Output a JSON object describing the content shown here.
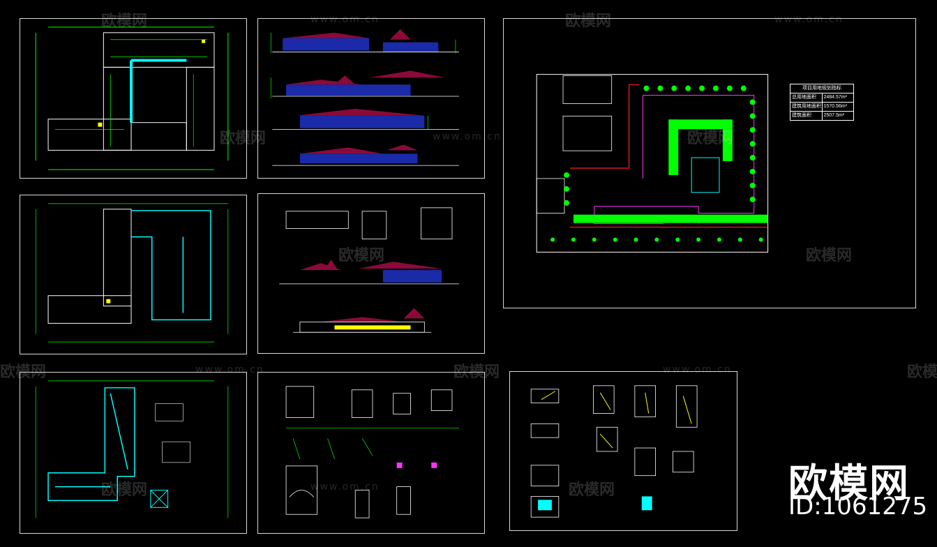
{
  "sheets": [
    {
      "id": "plan-first-floor"
    },
    {
      "id": "elevations"
    },
    {
      "id": "site-plan"
    },
    {
      "id": "plan-second-floor"
    },
    {
      "id": "sections"
    },
    {
      "id": "roof-plan"
    },
    {
      "id": "details"
    },
    {
      "id": "stair-details"
    }
  ],
  "site_table": {
    "header": "项目用地规划指标",
    "rows": [
      {
        "label": "总用地面积",
        "value": "2484.57m²"
      },
      {
        "label": "建筑用地面积",
        "value": "1570.56m²"
      },
      {
        "label": "建筑面积",
        "value": "2507.5m²"
      }
    ]
  },
  "watermarks": {
    "logo_text": "欧模网",
    "url_text": "www.om.cn"
  },
  "brand": {
    "name": "欧模网",
    "id": "ID:1061275"
  },
  "colors": {
    "background": "#000000",
    "frame": "#d9d9d9",
    "lines": "#00ff00",
    "walls": "#00ffff",
    "roof": "#8b0a3a",
    "accent": "#ffff00"
  }
}
